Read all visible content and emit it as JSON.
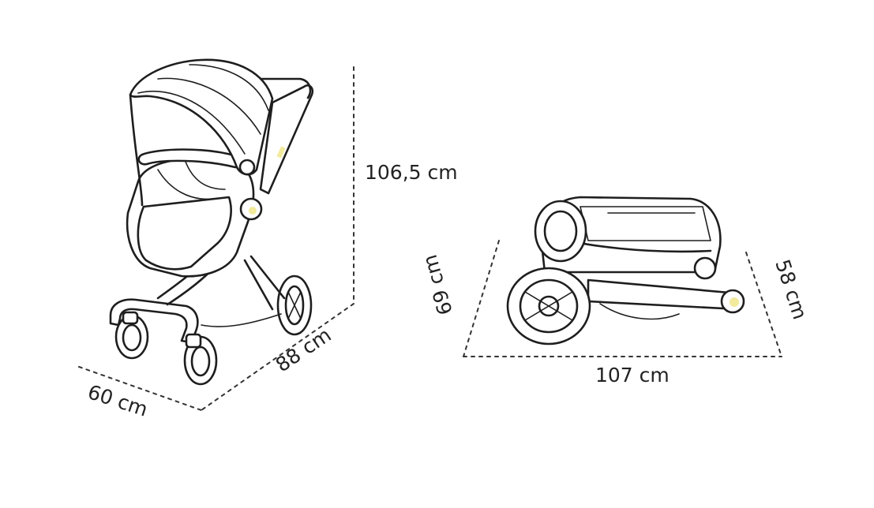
{
  "dimensions": {
    "height_unfolded": "106,5 cm",
    "length_unfolded": "88 cm",
    "width_unfolded": "60 cm",
    "height_folded": "69 cm",
    "length_folded": "107 cm",
    "width_folded": "58 cm"
  },
  "colors": {
    "line": "#1e1e1e",
    "dash": "#333333",
    "accent": "#f2ea9c",
    "background": "#ffffff"
  }
}
